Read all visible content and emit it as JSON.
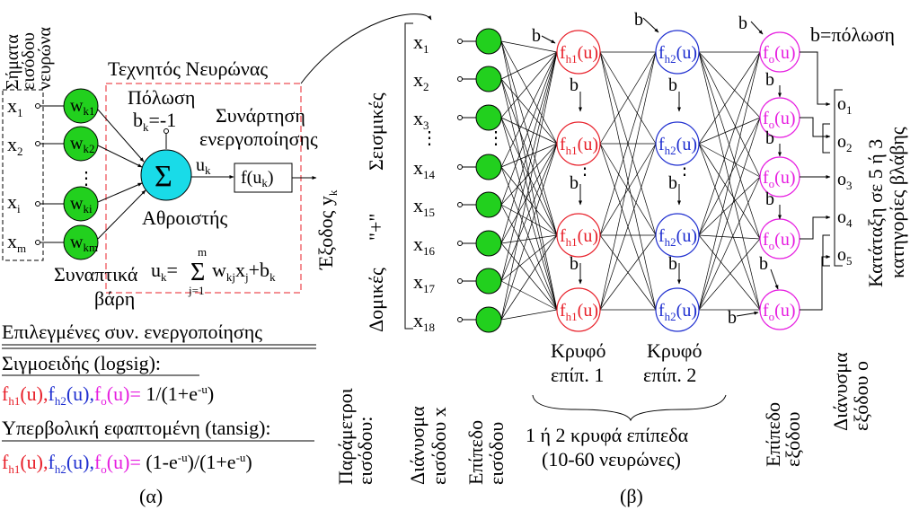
{
  "colors": {
    "input_node": "#22d01e",
    "sum_node": "#19dbe8",
    "hidden1": "#e8202a",
    "hidden2": "#1f2fd0",
    "output": "#e61ee0"
  },
  "left": {
    "signals_label": "Σήματα εισόδου νευρώνα",
    "inputs": [
      "x",
      "x",
      "x",
      "x"
    ],
    "input_subs": [
      "1",
      "2",
      "i",
      "m"
    ],
    "weights": [
      "w",
      "w",
      "w",
      "w"
    ],
    "weight_subs": [
      "k1",
      "k2",
      "ki",
      "km"
    ],
    "dots": "⋮",
    "neuron_title": "Τεχνητός Νευρώνας",
    "bias_label": "Πόλωση",
    "bias_value_sym": "b",
    "bias_value_sub": "k",
    "bias_value_rest": "=-1",
    "activation_label_1": "Συνάρτηση",
    "activation_label_2": "ενεργοποίησης",
    "sum_symbol": "Σ",
    "uk": "u",
    "uk_sub": "k",
    "fuk": "f(u",
    "fuk_sub": "k",
    "fuk_end": ")",
    "adder_label": "Αθροιστής",
    "output_label": "Έξοδος y",
    "output_sub": "k",
    "weights_label_1": "Συναπτικά",
    "weights_label_2": "βάρη",
    "eq_lhs": "u",
    "eq_lhs_sub": "k",
    "eq_eq": "=",
    "eq_sigma": "Σ",
    "eq_top": "m",
    "eq_bottom": "j=1",
    "eq_term": "w",
    "eq_term_sub": "kj",
    "eq_x": "x",
    "eq_x_sub": "j",
    "eq_plus": "+b",
    "eq_plus_sub": "k"
  },
  "activations": {
    "title": "Επιλεγμένες συν. ενεργοποίησης",
    "sig_title": "Σιγμοειδής (logsig):",
    "tan_title": "Υπερβολική εφαπτομένη (tansig):",
    "f": "f",
    "h1": "h1",
    "h2": "h2",
    "o": "o",
    "arg": "(u),",
    "arg_last": "(u)=",
    "sig_formula": " 1/(1+e",
    "exp": "-u",
    "close": ")",
    "tan_formula_a": " (1-e",
    "tan_formula_b": ")/(1+e"
  },
  "right": {
    "inputs": [
      "x",
      "x",
      "x",
      "x",
      "x",
      "x",
      "x",
      "x"
    ],
    "input_subs": [
      "1",
      "2",
      "3",
      "14",
      "15",
      "16",
      "17",
      "18"
    ],
    "dots": "⋮",
    "seismic_label": "Σεισμικές",
    "plus_label": "\"+\"",
    "structural_label": "Δομικές",
    "params_label_1": "Παράμετροι",
    "params_label_2": "εισόδου:",
    "vector_label_1": "Διάνυσμα",
    "vector_label_2": "εισόδου x",
    "input_layer_1": "Επίπεδο",
    "input_layer_2": "εισόδου",
    "hidden1_label_1": "Κρυφό",
    "hidden1_label_2": "επίπ. 1",
    "hidden2_label_1": "Κρυφό",
    "hidden2_label_2": "επίπ. 2",
    "hidden_summary_1": "1 ή 2 κρυφά επίπεδα",
    "hidden_summary_2": "(10-60 νευρώνες)",
    "output_layer_1": "Επίπεδο",
    "output_layer_2": "εξόδου",
    "bias_b": "b",
    "bias_note": "b=πόλωση",
    "outputs": [
      "o",
      "o",
      "o",
      "o",
      "o"
    ],
    "output_subs": [
      "1",
      "2",
      "3",
      "4",
      "5"
    ],
    "classification_1": "Κατάταξη σε 5 ή 3",
    "classification_2": "κατηγορίες βλάβης",
    "out_vector_1": "Διάνυσμα",
    "out_vector_2": "εξόδου o",
    "f": "f",
    "h1": "h1",
    "h2": "h2",
    "o": "o",
    "u": "(u)"
  },
  "captions": {
    "a": "(α)",
    "b": "(β)"
  }
}
